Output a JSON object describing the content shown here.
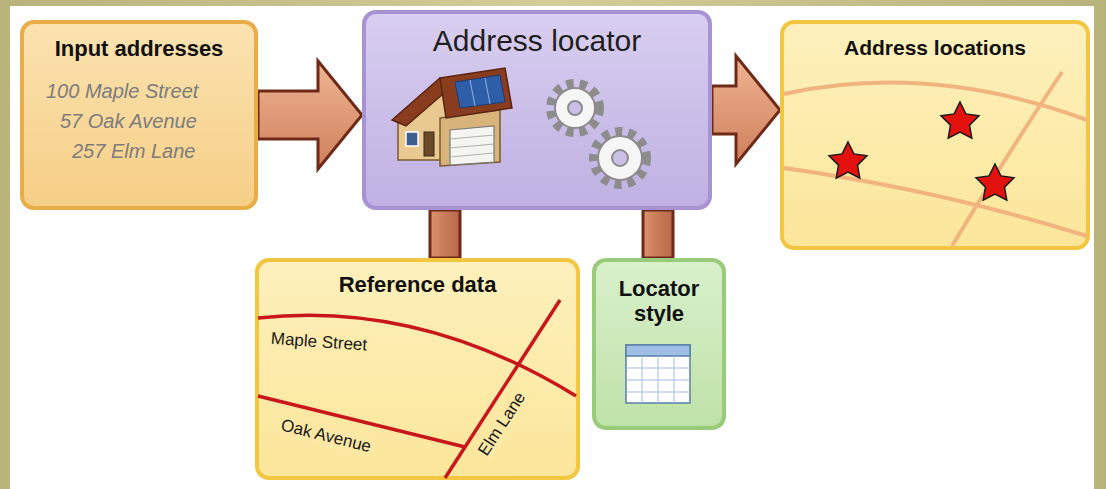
{
  "diagram": {
    "nodes": [
      {
        "text": [
          "Input addresses",
          "100 Maple Street",
          "57 Oak Avenue",
          "257 Elm Lane"
        ]
      },
      {
        "text": [
          "Address locator"
        ]
      },
      {
        "text": [
          "Address locations"
        ]
      },
      {
        "text": [
          "Reference data",
          "Maple Street",
          "Oak Avenue",
          "Elm Lane"
        ]
      },
      {
        "text": [
          "Locator style"
        ]
      }
    ],
    "edges": [
      {
        "from": 0,
        "to": 1,
        "arrow": "to"
      },
      {
        "from": 1,
        "to": 2,
        "arrow": "to"
      },
      {
        "from": 3,
        "to": 1,
        "arrow": "none"
      },
      {
        "from": 4,
        "to": 1,
        "arrow": "none"
      }
    ]
  }
}
